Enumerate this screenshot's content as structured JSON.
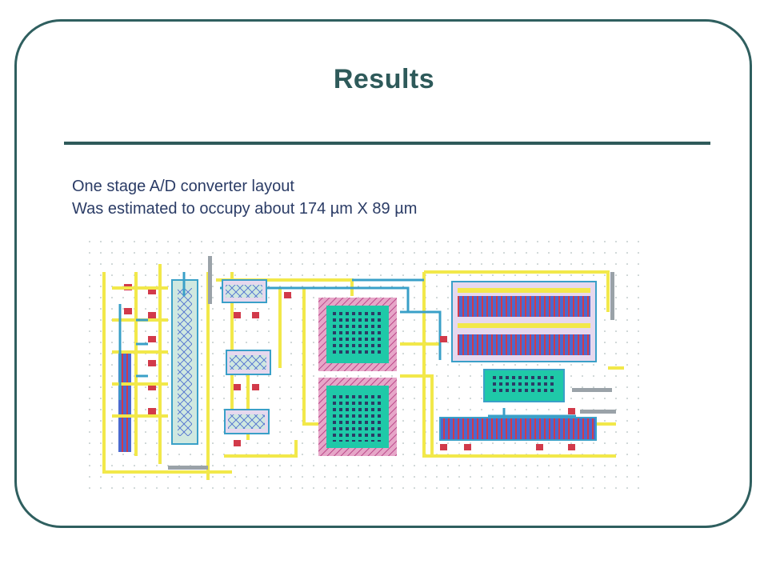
{
  "slide": {
    "title": "Results",
    "lines": [
      "One stage A/D converter layout",
      "Was estimated to occupy about 174 µm X 89 µm"
    ]
  },
  "colors": {
    "frame": "#2f5f5f",
    "title": "#2e5a5a",
    "text": "#2b3c66",
    "metal1": "#f2e84a",
    "metal2": "#3aa0c8",
    "diffusion": "#1fc9a8",
    "poly": "#d23a4a",
    "nwell": "#c86bb0"
  }
}
